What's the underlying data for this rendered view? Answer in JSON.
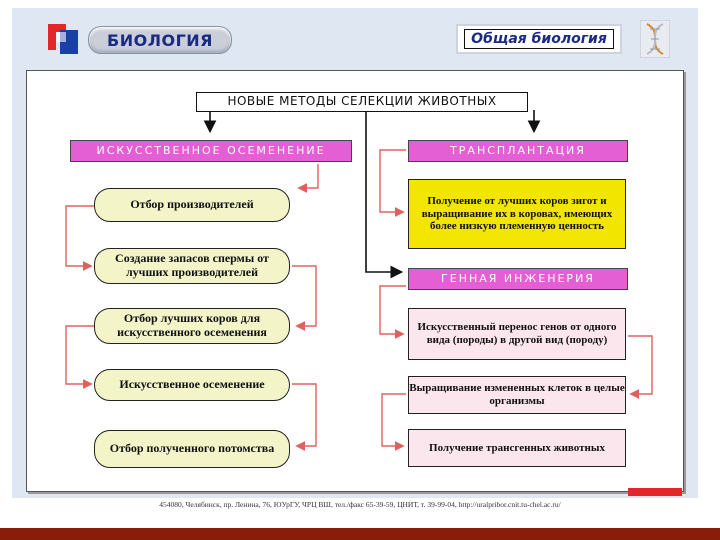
{
  "header": {
    "subject": "БИОЛОГИЯ",
    "section": "Общая биология"
  },
  "diagram": {
    "title": "НОВЫЕ МЕТОДЫ СЕЛЕКЦИИ ЖИВОТНЫХ",
    "left": {
      "heading": "ИСКУССТВЕННОЕ ОСЕМЕНЕНИЕ",
      "steps": [
        "Отбор производителей",
        "Создание запасов спермы от лучших производителей",
        "Отбор лучших коров для искусственного осеменения",
        "Искусственное осеменение",
        "Отбор полученного потомства"
      ]
    },
    "transplantation": {
      "heading": "ТРАНСПЛАНТАЦИЯ",
      "step": "Получение от лучших коров зигот и выращивание их в коровах, имеющих более низкую племенную ценность"
    },
    "genetic": {
      "heading": "ГЕННАЯ ИНЖЕНЕРИЯ",
      "steps": [
        "Искусственный перенос генов от одного вида (породы) в другой вид (породу)",
        "Выращивание измененных клеток в целые организмы",
        "Получение трансгенных животных"
      ]
    }
  },
  "colors": {
    "magenta": "#e35fd3",
    "yellow": "#f2e600",
    "pink": "#fbe6ee",
    "oval": "#f3f4c8",
    "connector": "#e06060"
  },
  "footer": {
    "address": "454080, Челябинск, пр. Ленина, 76, ЮУрГУ, ЧРЦ ВШ, тел./факс 65-39-59, ЦНИТ, т. 39-99-04, http://uralpribor.cnit.tu-chel.ac.ru/"
  }
}
